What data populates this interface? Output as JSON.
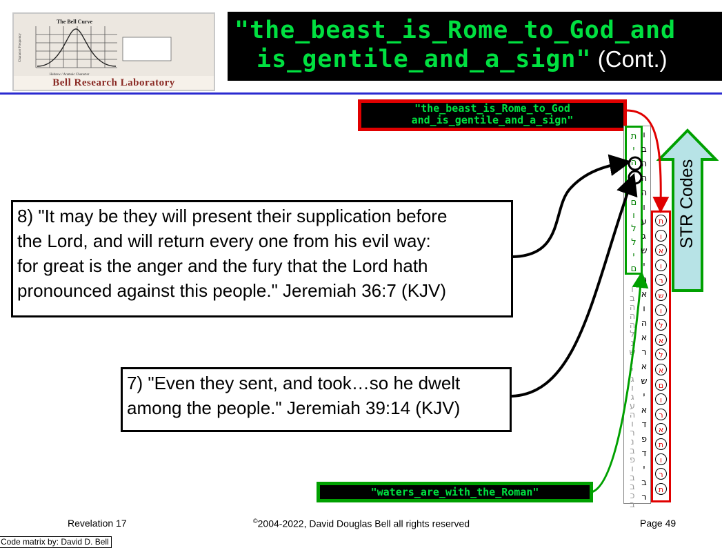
{
  "header": {
    "logo": {
      "chart_title": "The Bell Curve",
      "y_axis_label": "Character Frequency",
      "x_axis_label": "Hebrew / Aramaic Character",
      "lab_name": "Bell Research Laboratory"
    },
    "title_line1": "\"the_beast_is_Rome_to_God_and",
    "title_line2": "is_gentile_and_a_sign\"",
    "title_cont": " (Cont.)"
  },
  "labels": {
    "red_line1": "\"the_beast_is_Rome_to_God",
    "red_line2": "and_is_gentile_and_a_sign\"",
    "green": "\"waters_are_with_the_Roman\"",
    "str_codes": "STR Codes"
  },
  "verses": {
    "v8": [
      "8) \"It may be they will present their supplication before",
      "the Lord, and will return every one from his evil way:",
      "for great is the anger and the fury that the Lord hath",
      "pronounced against this people.\" Jeremiah 36:7 (KJV)"
    ],
    "v7": [
      "7) \"Even they sent, and took…so he dwelt",
      "among the people.\" Jeremiah 39:14 (KJV)"
    ]
  },
  "matrix": {
    "green_col": [
      "ת",
      "י",
      "ה",
      "ו",
      "ו",
      "ם",
      "ו",
      "ל",
      "ל",
      "י",
      "ם"
    ],
    "red_col": [
      "ת",
      "ו",
      "א",
      "ו",
      "ר",
      "ש",
      "ו",
      "ל",
      "א",
      "ל",
      "א",
      "ם",
      "ו",
      "ר",
      "א",
      "ת",
      "ו",
      "ר",
      "ת"
    ],
    "left_col": [
      "ו",
      "ב",
      "ה",
      "ה",
      "ה",
      "ל",
      "נ",
      "ש",
      "ו",
      "י",
      "ג",
      "ו",
      "ג",
      "ע",
      "ה",
      "ו",
      "ר",
      "נ",
      "ב",
      "פ",
      "ו",
      "ב",
      "ב",
      "כ",
      "ב"
    ],
    "mid_col": [
      "ו",
      "ב",
      "ה",
      "ה",
      "ה",
      "ו",
      "ע",
      "ג",
      "ש",
      "י",
      "ה",
      "א",
      "ו",
      "ה",
      "א",
      "ר",
      "א",
      "ש",
      "י",
      "א",
      "ד",
      "פ",
      "ד",
      "י",
      "ב",
      "ר"
    ]
  },
  "footer": {
    "left": "Revelation 17",
    "center_sup": "©",
    "center": "2004-2022, David Douglas Bell all rights reserved",
    "right": "Page 49",
    "credit": "Code matrix by: David D. Bell"
  },
  "colors": {
    "title_bg": "#000000",
    "code_green": "#00e040",
    "red": "#e00000",
    "green_border": "#00a000",
    "rule_blue": "#2a2ad0",
    "str_fill": "#b7e3e6"
  }
}
